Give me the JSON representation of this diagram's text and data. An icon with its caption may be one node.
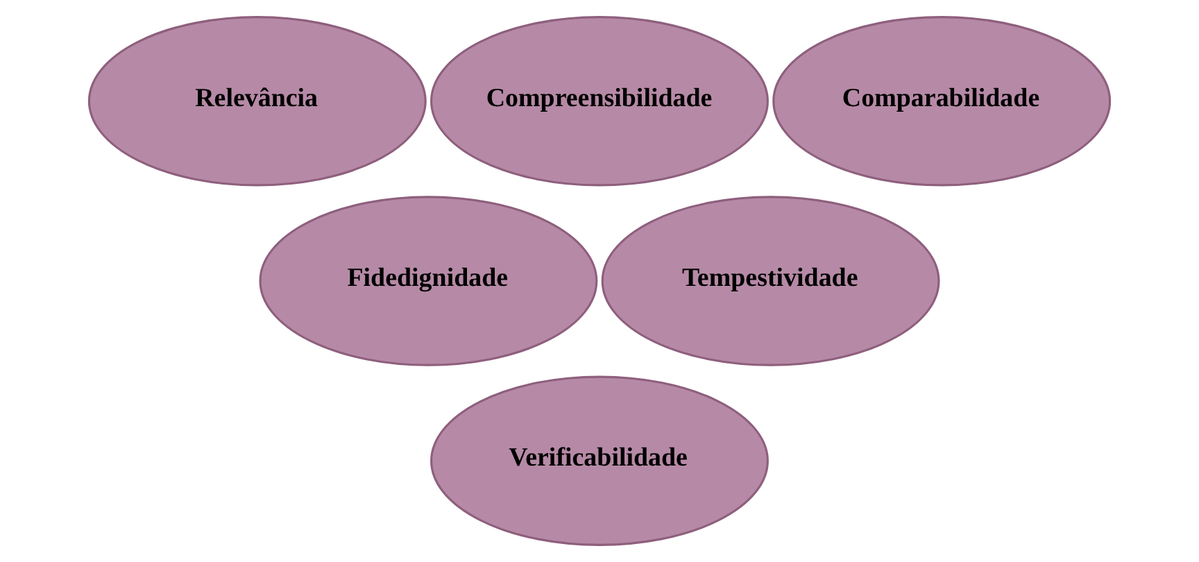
{
  "diagram": {
    "nodes": [
      {
        "text": [
          "Relevância"
        ]
      },
      {
        "text": [
          "Compreensibilidade"
        ]
      },
      {
        "text": [
          "Comparabilidade"
        ]
      },
      {
        "text": [
          "Fidedignidade"
        ]
      },
      {
        "text": [
          "Tempestividade"
        ]
      },
      {
        "text": [
          "Verificabilidade"
        ]
      }
    ]
  }
}
